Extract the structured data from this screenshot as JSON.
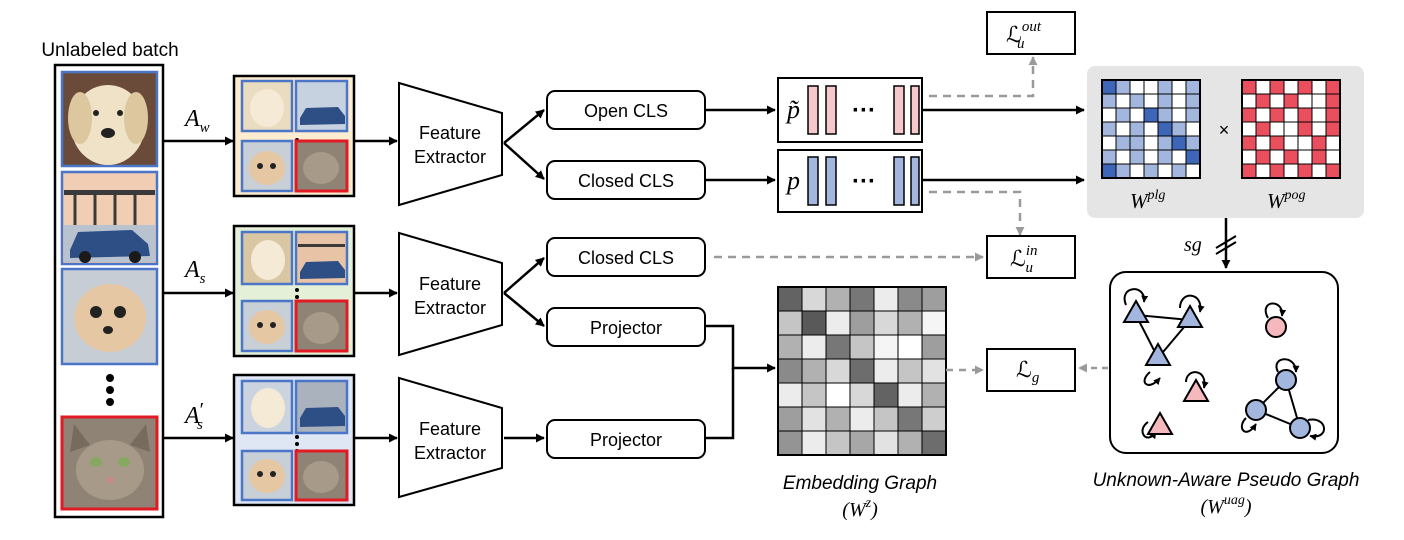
{
  "title": "Unlabeled batch",
  "augmentations": {
    "weak": {
      "base": "A",
      "sub": "w",
      "prime": ""
    },
    "strong": {
      "base": "A",
      "sub": "s",
      "prime": ""
    },
    "strong2": {
      "base": "A",
      "sub": "s",
      "prime": "′"
    }
  },
  "modules": {
    "feature_extractor_line1": "Feature",
    "feature_extractor_line2": "Extractor",
    "open_cls": "Open CLS",
    "closed_cls": "Closed CLS",
    "projector": "Projector"
  },
  "outputs": {
    "p_tilde": "p̃",
    "p": "p",
    "dots": "···"
  },
  "losses": {
    "out": {
      "base": "ℒ",
      "sub": "u",
      "sup": "out"
    },
    "in": {
      "base": "ℒ",
      "sub": "u",
      "sup": "in"
    },
    "g": {
      "base": "ℒ",
      "sub": "g"
    }
  },
  "matrices": {
    "plg": {
      "base": "W",
      "sup": "plg"
    },
    "pog": {
      "base": "W",
      "sup": "pog"
    },
    "times": "×"
  },
  "stop_gradient": "sg",
  "embedding_graph": {
    "label": "Embedding Graph",
    "symbol": {
      "open": "(",
      "base": "W",
      "sup": "z",
      "close": ")"
    }
  },
  "pseudo_graph": {
    "label": "Unknown-Aware Pseudo Graph",
    "symbol": {
      "open": "(",
      "base": "W",
      "sup": "uag",
      "close": ")"
    }
  },
  "colors": {
    "known_blue": "#a3b7de",
    "known_blue_dark": "#3e66b8",
    "unknown_pink": "#f4b8bd",
    "unknown_red": "#ea4f5e",
    "highlight_red": "#e01b23",
    "frame_blue": "#4b76c8",
    "dashed_gray": "#9a9a9a",
    "panel_gray": "#e5e5e5"
  }
}
